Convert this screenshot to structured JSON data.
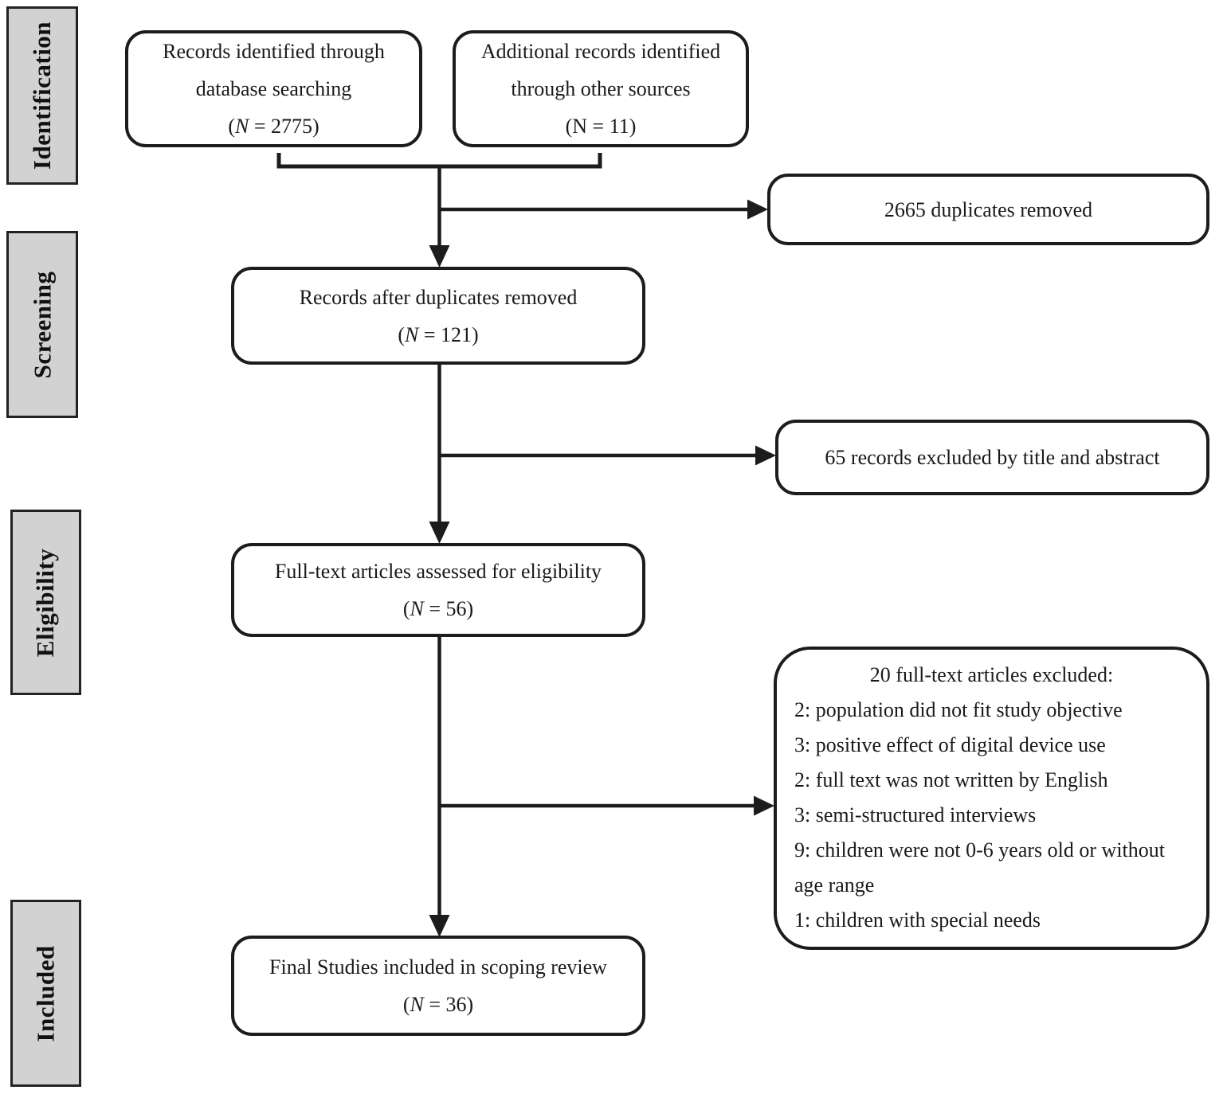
{
  "stages": [
    {
      "label": "Identification"
    },
    {
      "label": "Screening"
    },
    {
      "label": "Eligibility"
    },
    {
      "label": "Included"
    }
  ],
  "boxes": {
    "db_search": {
      "lines": [
        "Records identified through",
        "database searching"
      ],
      "count": {
        "pre": "(",
        "n": "N",
        "post": " = 2775)"
      }
    },
    "other_sources": {
      "lines": [
        "Additional records identified",
        "through other sources"
      ],
      "count": {
        "pre": "(",
        "n": "N",
        "post": " = 11)"
      }
    },
    "duplicates_removed": {
      "text": "2665 duplicates removed"
    },
    "after_duplicates": {
      "line": "Records after duplicates removed",
      "count": {
        "pre": "(",
        "n": "N",
        "post": " = 121)"
      }
    },
    "excluded_title_abstract": {
      "text": "65 records excluded by title and abstract"
    },
    "fulltext_assessed": {
      "line": "Full-text articles assessed for eligibility",
      "count": {
        "pre": "(",
        "n": "N",
        "post": " = 56)"
      }
    },
    "fulltext_excluded": {
      "title": "20 full-text articles excluded:",
      "items": [
        "2: population did not fit study objective",
        "3: positive effect of digital device use",
        "2: full text was not written by English",
        "3: semi-structured interviews",
        "9: children were not 0-6 years old or without age range",
        "1: children with special needs"
      ]
    },
    "final_included": {
      "line": "Final Studies included in scoping review",
      "count": {
        "pre": "(",
        "n": "N",
        "post": " = 36)"
      }
    }
  },
  "colors": {
    "stage_fill": "#d2d2d2",
    "stroke": "#1c1c1c",
    "box_background": "#ffffff",
    "text": "#1a1a1a"
  }
}
